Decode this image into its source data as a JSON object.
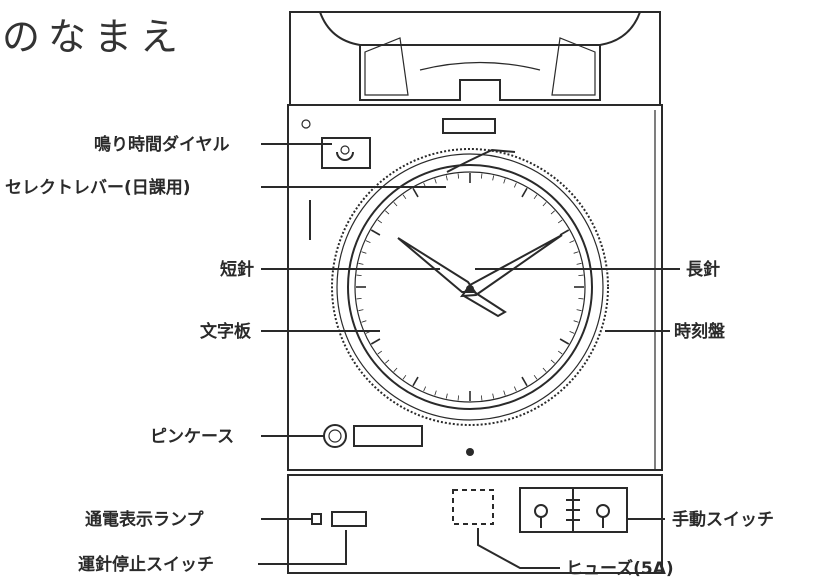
{
  "title": "のなまえ",
  "labels": {
    "ring_time_dial": "鳴り時間ダイヤル",
    "select_lever": "セレクトレバー(日課用)",
    "hour_hand": "短針",
    "dial_plate": "文字板",
    "pin_case": "ピンケース",
    "power_lamp": "通電表示ランプ",
    "motion_stop_switch": "運針停止スイッチ",
    "minute_hand": "長針",
    "time_disc": "時刻盤",
    "manual_switch": "手動スイッチ",
    "fuse": "ヒューズ(5A)"
  }
}
